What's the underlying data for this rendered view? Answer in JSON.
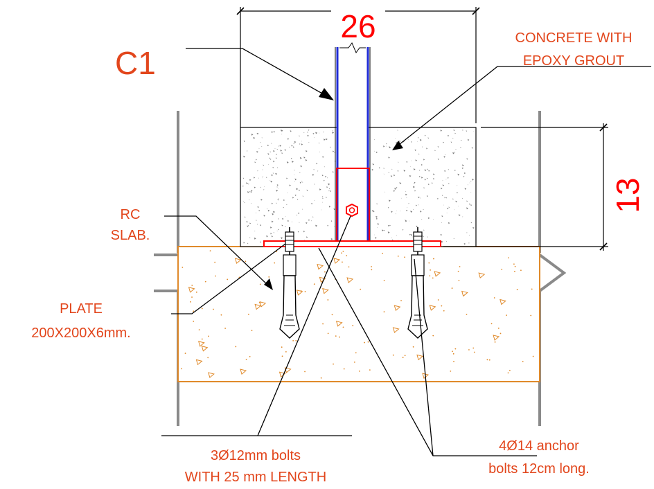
{
  "dimensions": {
    "width_value": "26",
    "height_value": "13"
  },
  "labels": {
    "column_tag": "C1",
    "grout_line1": "CONCRETE WITH",
    "grout_line2": "EPOXY GROUT",
    "slab_line1": "RC",
    "slab_line2": "SLAB.",
    "plate_line1": "PLATE",
    "plate_line2": "200X200X6mm.",
    "bolts_line1": "3Ø12mm bolts",
    "bolts_line2": "WITH 25 mm LENGTH",
    "anchor_line1": "4Ø14 anchor",
    "anchor_line2": "bolts 12cm long."
  },
  "colors": {
    "dimension_text": "#ff0000",
    "label_text": "#e2461c",
    "column_flange": "#1e2bd6",
    "plate_and_sleeve": "#ff0000",
    "slab_outline": "#e08a2a",
    "slab_hatch": "#e08a2a",
    "grout_speckle": "#7a7a7a",
    "grid_line": "#8a8a8a",
    "leader_line": "#000000"
  }
}
